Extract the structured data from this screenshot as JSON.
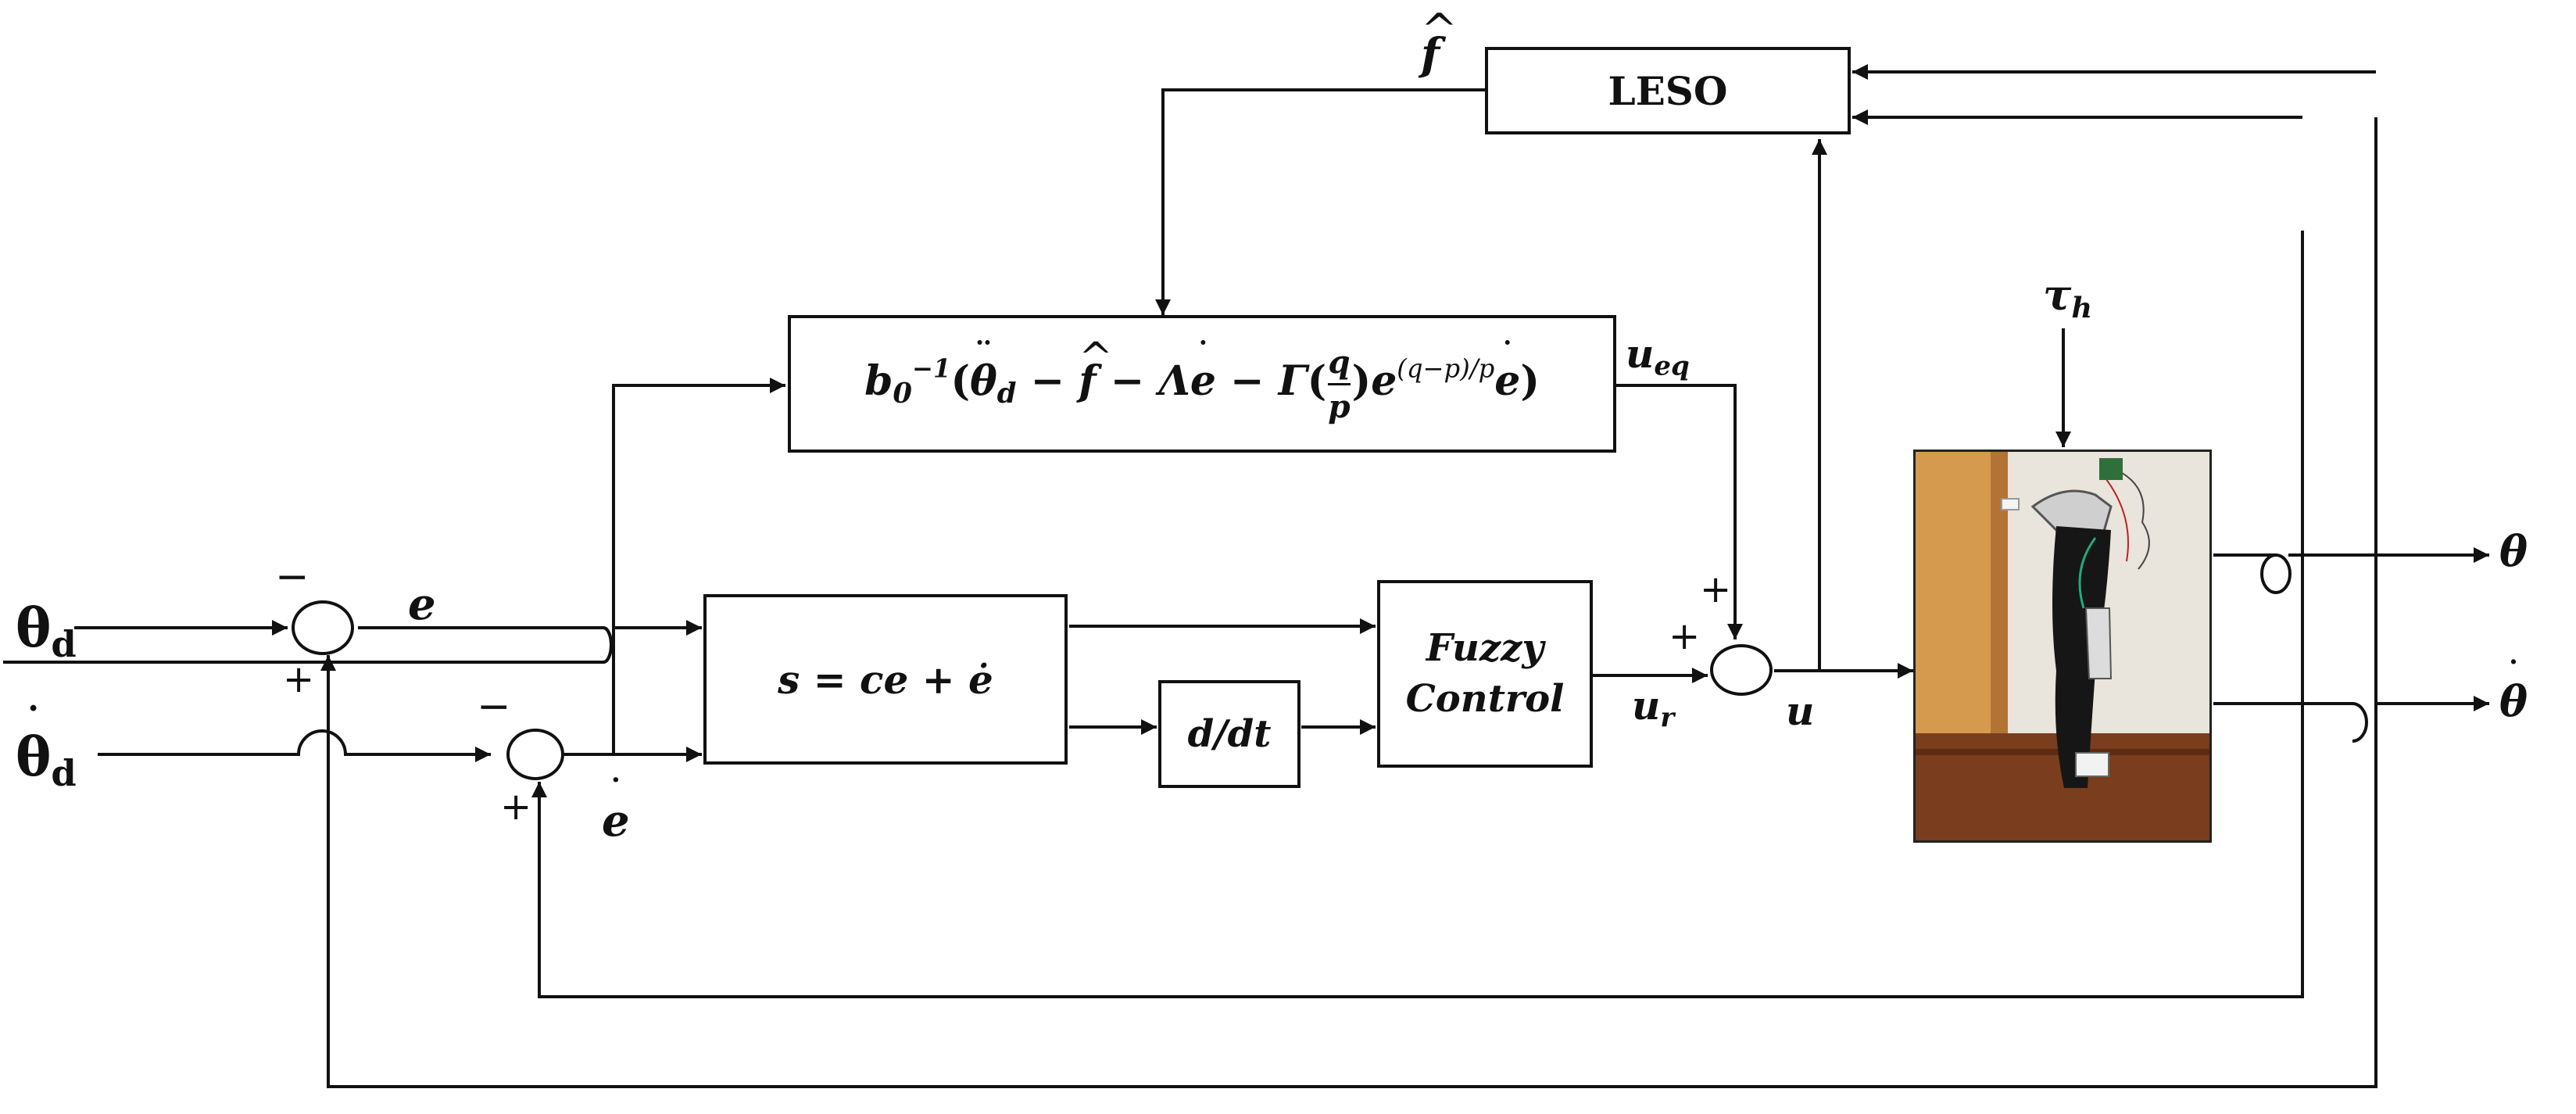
{
  "blocks": {
    "leso": "LESO",
    "sliding_surface": "s = ce + ė",
    "derivative": "d/dt",
    "fuzzy_line1": "Fuzzy",
    "fuzzy_line2": "Control"
  },
  "equivalent_control": {
    "prefix": "b",
    "prefix_sub": "0",
    "prefix_sup": "−1",
    "open": "(",
    "theta": "θ",
    "theta_sub": "d",
    "minus1": " − ",
    "f": "f",
    "minus2": " − ",
    "lambda": "Λ",
    "e1": "e",
    "minus3": " − ",
    "gamma": "Γ",
    "paren_open": "(",
    "frac_num": "q",
    "frac_den": "p",
    "paren_close": ")",
    "exp_base": "e",
    "exp_sup": "(q−p)/p",
    "e2": "e",
    "close": ")"
  },
  "signals": {
    "theta_d": "θ",
    "theta_d_sub": "d",
    "theta_d_dot": "θ",
    "theta_d_dot_sub": "d",
    "e": "e",
    "e_dot": "e",
    "f_hat": "f",
    "u_eq": "u",
    "u_eq_sub": "eq",
    "u_r": "u",
    "u_r_sub": "r",
    "u": "u",
    "tau_h": "τ",
    "tau_h_sub": "h",
    "theta_out": "θ",
    "theta_dot_out": "θ"
  },
  "signs": {
    "minus": "−",
    "plus": "+"
  }
}
